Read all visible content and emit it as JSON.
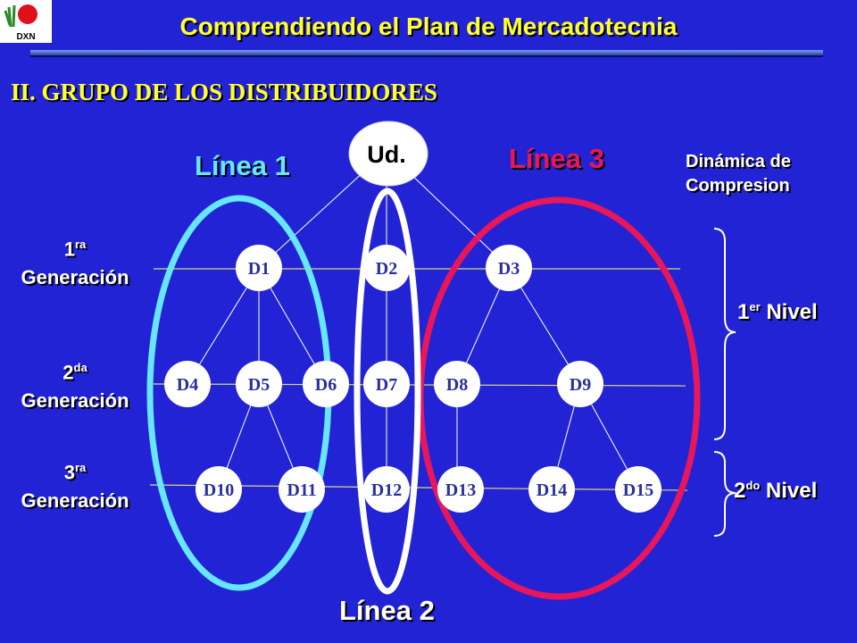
{
  "title": "Comprendiendo el Plan de Mercadotecnia",
  "section": "II. GRUPO DE LOS DISTRIBUIDORES",
  "logo_text": "DXN",
  "lines": {
    "line1": "Línea 1",
    "line2": "Línea 2",
    "line3": "Línea 3"
  },
  "dynamic_compression": [
    "Dinámica de",
    "Compresion"
  ],
  "generations": [
    {
      "num": "1",
      "suffix": "ra",
      "label": "Generación"
    },
    {
      "num": "2",
      "suffix": "da",
      "label": "Generación"
    },
    {
      "num": "3",
      "suffix": "ra",
      "label": "Generación"
    }
  ],
  "levels": [
    {
      "num": "1",
      "suffix": "er",
      "label": "Nivel"
    },
    {
      "num": "2",
      "suffix": "do",
      "label": "Nivel"
    }
  ],
  "root": "Ud.",
  "nodes": [
    "D1",
    "D2",
    "D3",
    "D4",
    "D5",
    "D6",
    "D7",
    "D8",
    "D9",
    "D10",
    "D11",
    "D12",
    "D13",
    "D14",
    "D15"
  ],
  "colors": {
    "background": "#2323d6",
    "title": "#ffff33",
    "line1": "#66e6ff",
    "line2": "#ffffff",
    "line3": "#e8165a"
  }
}
